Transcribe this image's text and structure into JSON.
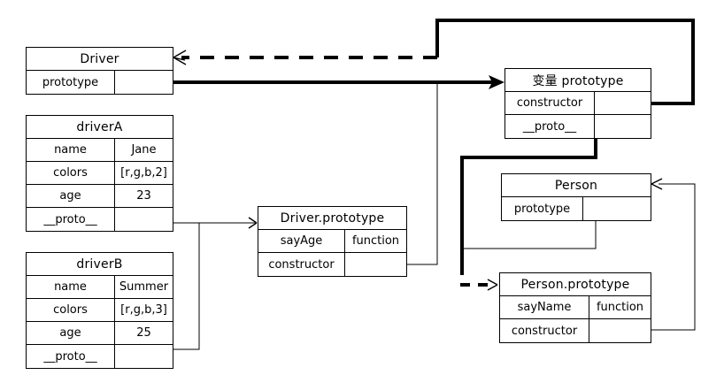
{
  "diagram": {
    "title": "JavaScript prototype chain diagram",
    "type": "object-relationship-diagram",
    "stroke_color": "#000000",
    "background_color": "#ffffff"
  },
  "boxes": [
    {
      "id": "driver",
      "title": "Driver",
      "rows": [
        {
          "key": "prototype",
          "value": ""
        }
      ]
    },
    {
      "id": "driverA",
      "title": "driverA",
      "rows": [
        {
          "key": "name",
          "value": "Jane"
        },
        {
          "key": "colors",
          "value": "[r,g,b,2]"
        },
        {
          "key": "age",
          "value": "23"
        },
        {
          "key": "__proto__",
          "value": ""
        }
      ]
    },
    {
      "id": "driverB",
      "title": "driverB",
      "rows": [
        {
          "key": "name",
          "value": "Summer"
        },
        {
          "key": "colors",
          "value": "[r,g,b,3]"
        },
        {
          "key": "age",
          "value": "25"
        },
        {
          "key": "__proto__",
          "value": ""
        }
      ]
    },
    {
      "id": "driverPrototype",
      "title": "Driver.prototype",
      "rows": [
        {
          "key": "sayAge",
          "value": "function"
        },
        {
          "key": "constructor",
          "value": ""
        }
      ]
    },
    {
      "id": "variablePrototype",
      "title": "变量 prototype",
      "rows": [
        {
          "key": "constructor",
          "value": ""
        },
        {
          "key": "__proto__",
          "value": ""
        }
      ]
    },
    {
      "id": "person",
      "title": "Person",
      "rows": [
        {
          "key": "prototype",
          "value": ""
        }
      ]
    },
    {
      "id": "personPrototype",
      "title": "Person.prototype",
      "rows": [
        {
          "key": "sayName",
          "value": "function"
        },
        {
          "key": "constructor",
          "value": ""
        }
      ]
    }
  ],
  "connections": [
    {
      "id": "driverA-proto-to-driverPrototype",
      "from": "driverA.__proto__",
      "to": "Driver.prototype",
      "style": "thin-solid",
      "arrow": true
    },
    {
      "id": "driverB-proto-to-driverPrototype",
      "from": "driverB.__proto__",
      "to": "Driver.prototype",
      "style": "thin-solid",
      "arrow": false
    },
    {
      "id": "driverPrototype-constructor-to-driver",
      "from": "Driver.prototype.constructor",
      "to": "Driver",
      "style": "thin-solid",
      "arrow": false
    },
    {
      "id": "driver-prototype-to-variablePrototype",
      "from": "Driver.prototype",
      "to": "变量 prototype",
      "style": "thick-solid",
      "arrow": true
    },
    {
      "id": "variablePrototype-constructor-to-driver",
      "from": "变量 prototype.constructor",
      "to": "Driver",
      "style": "thick-dashed",
      "arrow": true
    },
    {
      "id": "variablePrototype-proto-to-personPrototype",
      "from": "变量 prototype.__proto__",
      "to": "Person.prototype",
      "style": "thick-solid-dashed",
      "arrow": true
    },
    {
      "id": "person-prototype-to-personPrototype",
      "from": "Person.prototype",
      "to": "Person.prototype box",
      "style": "thin-solid",
      "arrow": false
    },
    {
      "id": "personPrototype-constructor-to-person",
      "from": "Person.prototype.constructor",
      "to": "Person",
      "style": "thin-solid",
      "arrow": true
    }
  ]
}
